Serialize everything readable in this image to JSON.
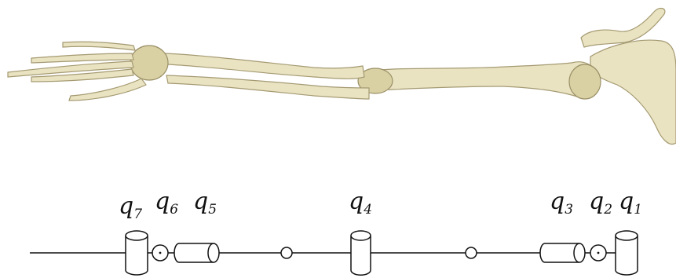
{
  "figure": {
    "illustration": "arm-skeleton-illustration",
    "joints": [
      {
        "id": "q7",
        "base": "q",
        "sub": "7"
      },
      {
        "id": "q6",
        "base": "q",
        "sub": "6"
      },
      {
        "id": "q5",
        "base": "q",
        "sub": "5"
      },
      {
        "id": "q4",
        "base": "q",
        "sub": "4"
      },
      {
        "id": "q3",
        "base": "q",
        "sub": "3"
      },
      {
        "id": "q2",
        "base": "q",
        "sub": "2"
      },
      {
        "id": "q1",
        "base": "q",
        "sub": "1"
      }
    ]
  }
}
